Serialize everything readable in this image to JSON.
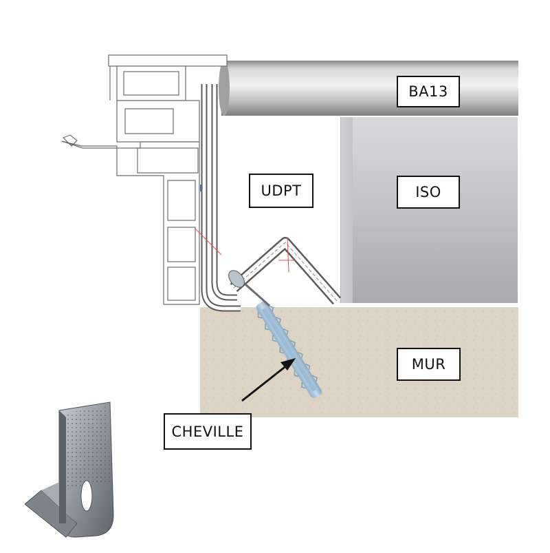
{
  "labels": {
    "ba13": "BA13",
    "iso": "ISO",
    "udpt": "UDPT",
    "mur": "MUR",
    "cheville": "CHEVILLE"
  },
  "colors": {
    "plasterboard": "#b8b8b8",
    "insulation": "#c9c9cc",
    "wall": "#ddd3c2",
    "anchor": "#a9c6de",
    "bracket_metal": "#9aa0a6",
    "outline": "#5a5a5a"
  }
}
